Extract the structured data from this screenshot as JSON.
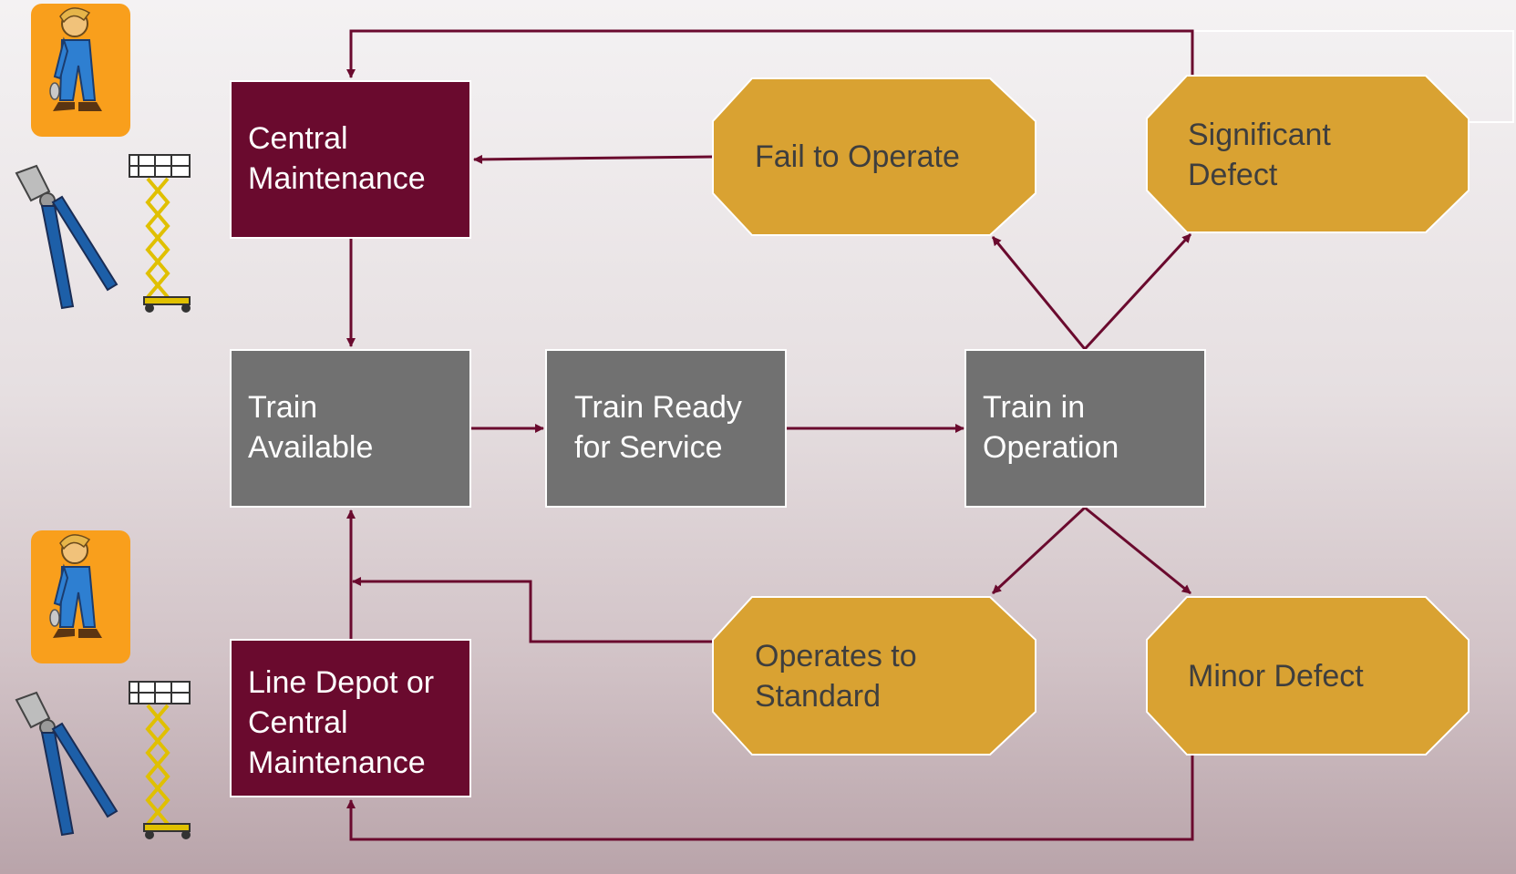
{
  "diagram": {
    "central_maintenance": [
      "Central",
      "Maintenance"
    ],
    "train_available": [
      "Train",
      "Available"
    ],
    "train_ready": [
      "Train Ready",
      "for Service"
    ],
    "train_in_operation": [
      "Train in",
      "Operation"
    ],
    "line_depot": [
      "Line Depot or",
      "Central",
      "Maintenance"
    ],
    "fail_to_operate": [
      "Fail to Operate"
    ],
    "significant_defect": [
      "Significant",
      "Defect"
    ],
    "operates_to_standard": [
      "Operates to",
      "Standard"
    ],
    "minor_defect": [
      "Minor Defect"
    ]
  },
  "colors": {
    "maroon": "#6a0a2e",
    "gray": "#717171",
    "gold": "#d9a232",
    "arrow": "#6a0a2e"
  },
  "icons": [
    "mechanic-icon",
    "pliers-icon",
    "scissor-lift-icon"
  ]
}
